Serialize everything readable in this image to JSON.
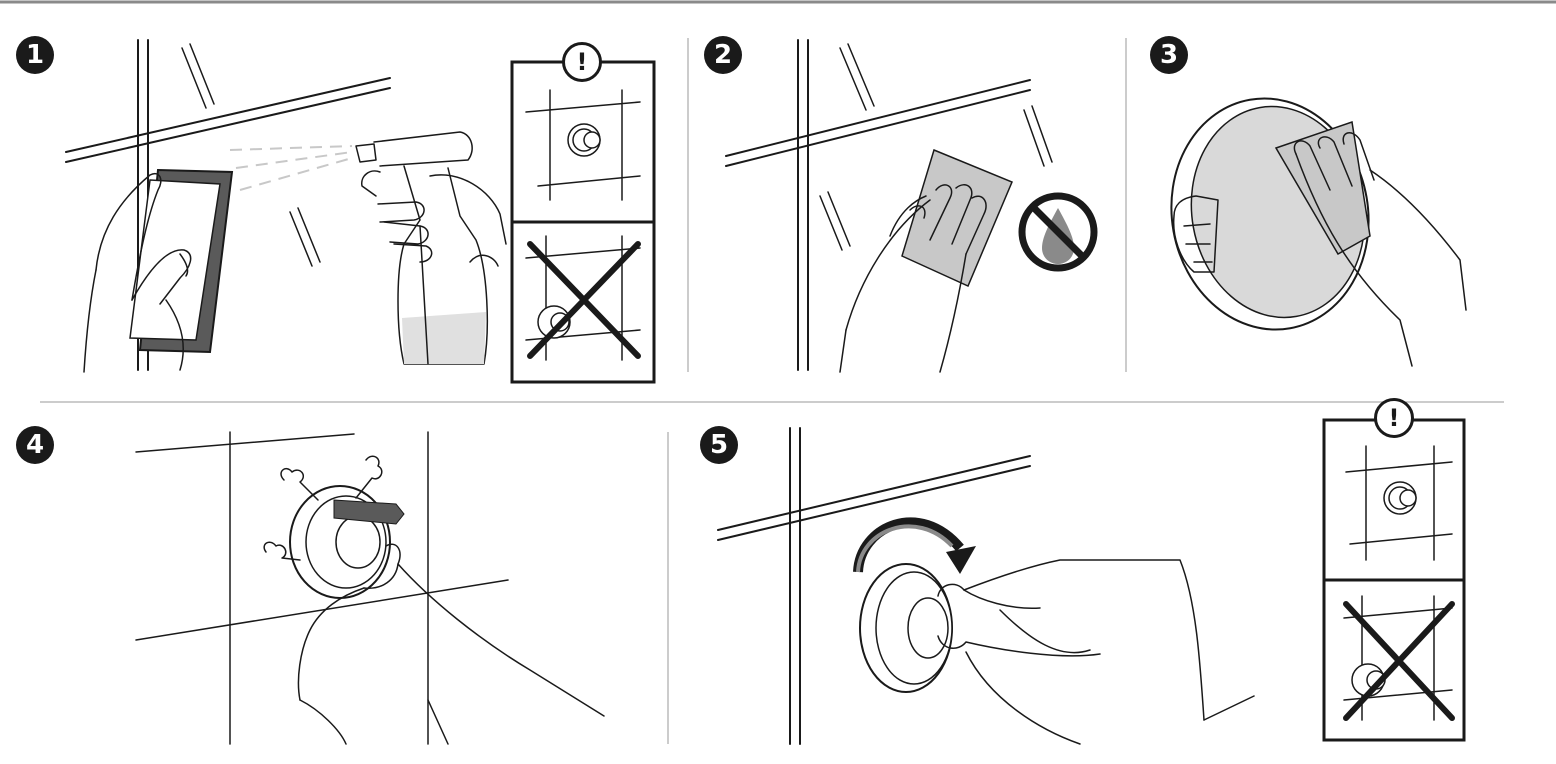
{
  "header": {
    "top_rule_color": "#8a8a8a"
  },
  "steps": [
    {
      "number": "1",
      "icon": "spray-clean-tile-illustration",
      "has_warning_panel": true
    },
    {
      "number": "2",
      "icon": "wipe-dry-tile-illustration",
      "has_warning_panel": false
    },
    {
      "number": "3",
      "icon": "wipe-suction-pad-illustration",
      "has_warning_panel": false
    },
    {
      "number": "4",
      "icon": "press-suction-cup-illustration",
      "has_warning_panel": false
    },
    {
      "number": "5",
      "icon": "turn-knob-illustration",
      "has_warning_panel": true
    }
  ],
  "warning": {
    "symbol": "!",
    "icon": "exclamation-icon",
    "wrong_icon": "cross-icon"
  },
  "colors": {
    "ink": "#1a1a1a",
    "cloth": "#c8c8c8",
    "cloth_dark": "#5a5a5a",
    "spray": "#c8c8c8",
    "liquid": "#e0e0e0"
  }
}
